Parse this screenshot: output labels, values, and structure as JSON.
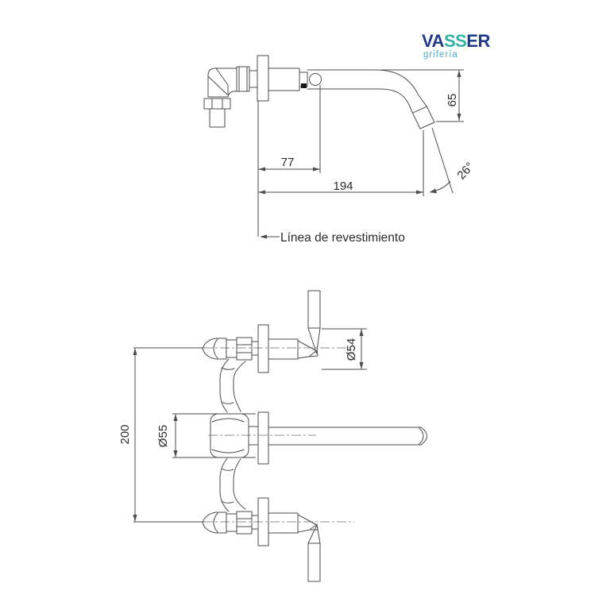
{
  "colors": {
    "background": "#ffffff",
    "line": "#4c4c4c",
    "centerline": "#8f8f8f",
    "dim_text": "#2b2b2b",
    "pin_mark": "#161616",
    "brand_navy": "#1e3a8c",
    "brand_teal": "#2fb2a2",
    "brand_tagline": "#56a7c3"
  },
  "brand": {
    "name_va": "VA",
    "name_ss": "SS",
    "name_er": "ER",
    "tagline": "grifería"
  },
  "side_view": {
    "dim_spout_drop": "65",
    "dim_handle_offset": "77",
    "dim_total_reach": "194",
    "dim_outlet_angle": "26°",
    "wall_line_label": "Línea de revestimiento"
  },
  "front_view": {
    "dim_valve_spacing": "200",
    "dim_valve_flange": "Ø54",
    "dim_body_diameter": "Ø55"
  }
}
